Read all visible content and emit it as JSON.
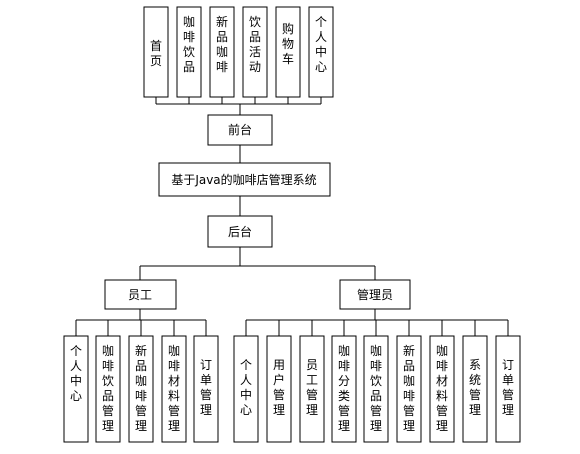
{
  "frontend": {
    "label": "前台",
    "modules": [
      "首页",
      "咖啡饮品",
      "新品咖啡",
      "饮品活动",
      "购物车",
      "个人中心"
    ]
  },
  "system": {
    "label": "基于Java的咖啡店管理系统"
  },
  "backend": {
    "label": "后台"
  },
  "staff": {
    "label": "员工",
    "modules": [
      "个人中心",
      "咖啡饮品管理",
      "新品咖啡管理",
      "咖啡材料管理",
      "订单管理"
    ]
  },
  "admin": {
    "label": "管理员",
    "modules": [
      "个人中心",
      "用户管理",
      "员工管理",
      "咖啡分类管理",
      "咖啡饮品管理",
      "新品咖啡管理",
      "咖啡材料管理",
      "系统管理",
      "订单管理"
    ]
  }
}
